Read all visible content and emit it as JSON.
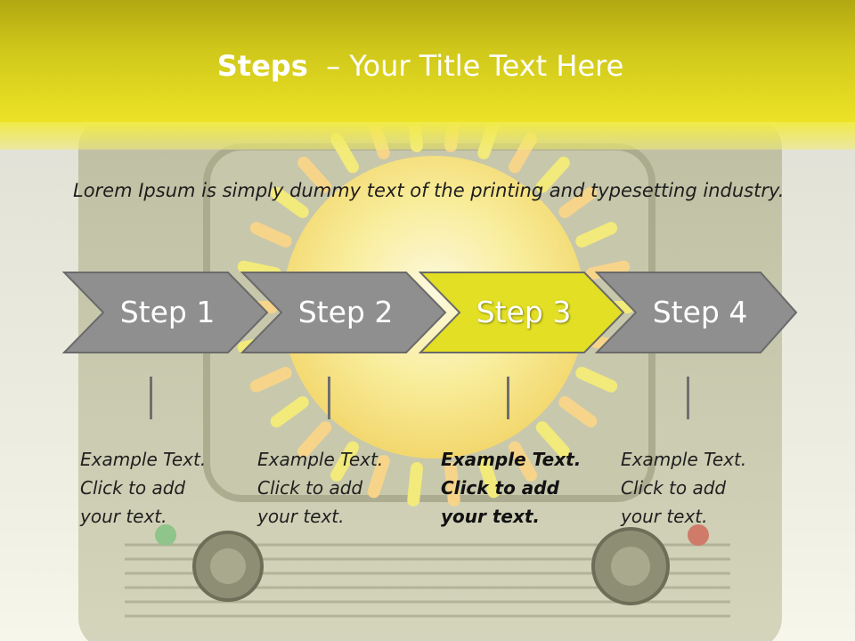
{
  "colors": {
    "header_yellow": "#ece326",
    "chevron_gray": "#8f8f8f",
    "chevron_active": "#e2df24",
    "text_dark": "#1e1e1e"
  },
  "title": {
    "bold": "Steps",
    "rest": "– Your Title Text Here"
  },
  "intro": "Lorem Ipsum is simply dummy text of the printing and typesetting industry.",
  "steps": [
    {
      "label": "Step 1",
      "active": false,
      "lines": [
        "Example Text.",
        "Click  to add",
        "your text."
      ]
    },
    {
      "label": "Step 2",
      "active": false,
      "lines": [
        "Example Text.",
        "Click  to add",
        "your text."
      ]
    },
    {
      "label": "Step 3",
      "active": true,
      "lines": [
        "Example Text.",
        "Click  to add",
        "your text."
      ]
    },
    {
      "label": "Step 4",
      "active": false,
      "lines": [
        "Example Text.",
        "Click  to add",
        "your text."
      ]
    }
  ]
}
